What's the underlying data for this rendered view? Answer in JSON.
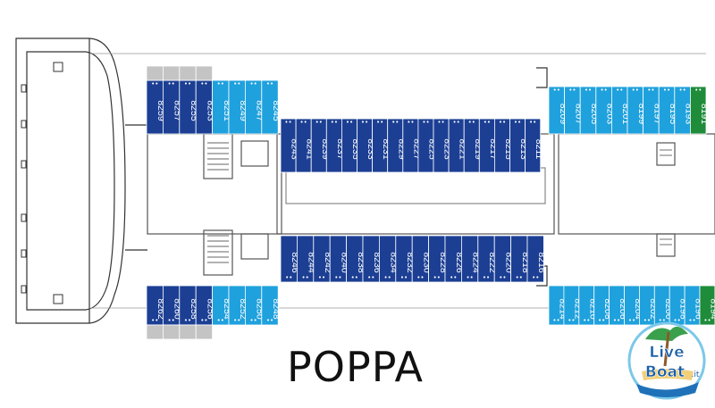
{
  "title": "POPPA",
  "logo": {
    "line1": "Live",
    "line2": "Boat",
    "suffix": ".it"
  },
  "colors": {
    "dark_blue": "#1c3f94",
    "light_blue": "#1fa1dd",
    "gray": "#c4c4c4",
    "green": "#1f8c3b",
    "outline": "#333333"
  },
  "cabins": {
    "upper_outer": [
      {
        "n": "8259",
        "c": "dark_blue"
      },
      {
        "n": "8257",
        "c": "dark_blue"
      },
      {
        "n": "8255",
        "c": "dark_blue"
      },
      {
        "n": "8253",
        "c": "dark_blue"
      },
      {
        "n": "8251",
        "c": "light_blue"
      },
      {
        "n": "8249",
        "c": "light_blue"
      },
      {
        "n": "8247",
        "c": "light_blue"
      },
      {
        "n": "8245",
        "c": "light_blue"
      }
    ],
    "upper_inner": [
      "8243",
      "8241",
      "8239",
      "8237",
      "8235",
      "8233",
      "8231",
      "8229",
      "8227",
      "8225",
      "8223",
      "8221",
      "8219",
      "8217",
      "8215",
      "8213",
      "8211"
    ],
    "upper_fore": [
      {
        "n": "8209",
        "c": "light_blue"
      },
      {
        "n": "8207",
        "c": "light_blue"
      },
      {
        "n": "8205",
        "c": "light_blue"
      },
      {
        "n": "8203",
        "c": "light_blue"
      },
      {
        "n": "8201",
        "c": "light_blue"
      },
      {
        "n": "8199",
        "c": "light_blue"
      },
      {
        "n": "8197",
        "c": "light_blue"
      },
      {
        "n": "8195",
        "c": "light_blue"
      },
      {
        "n": "8193",
        "c": "light_blue"
      },
      {
        "n": "8191",
        "c": "green"
      }
    ],
    "lower_inner": [
      "8246",
      "8244",
      "8242",
      "8240",
      "8238",
      "8236",
      "8234",
      "8232",
      "8230",
      "8228",
      "8226",
      "8224",
      "8222",
      "8220",
      "8218",
      "8216"
    ],
    "lower_outer": [
      {
        "n": "8262",
        "c": "dark_blue"
      },
      {
        "n": "8260",
        "c": "dark_blue"
      },
      {
        "n": "8258",
        "c": "dark_blue"
      },
      {
        "n": "8256",
        "c": "dark_blue"
      },
      {
        "n": "8254",
        "c": "light_blue"
      },
      {
        "n": "8252",
        "c": "light_blue"
      },
      {
        "n": "8250",
        "c": "light_blue"
      },
      {
        "n": "8248",
        "c": "light_blue"
      }
    ],
    "lower_fore": [
      {
        "n": "8214",
        "c": "light_blue"
      },
      {
        "n": "8212",
        "c": "light_blue"
      },
      {
        "n": "8210",
        "c": "light_blue"
      },
      {
        "n": "8208",
        "c": "light_blue"
      },
      {
        "n": "8206",
        "c": "light_blue"
      },
      {
        "n": "8204",
        "c": "light_blue"
      },
      {
        "n": "8202",
        "c": "light_blue"
      },
      {
        "n": "8200",
        "c": "light_blue"
      },
      {
        "n": "8198",
        "c": "light_blue"
      },
      {
        "n": "8196",
        "c": "light_blue"
      },
      {
        "n": "8194",
        "c": "green"
      }
    ]
  }
}
